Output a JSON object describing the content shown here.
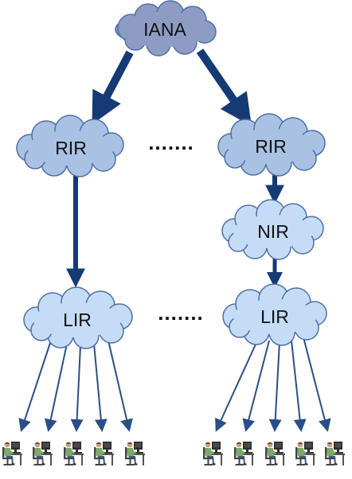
{
  "nodes": {
    "iana": "IANA",
    "rir_left": "RIR",
    "rir_right": "RIR",
    "nir": "NIR",
    "lir_left": "LIR",
    "lir_right": "LIR"
  },
  "separators": {
    "rir_gap": ".......",
    "lir_gap": "......."
  },
  "colors": {
    "iana_fill": "#8e9cc4",
    "rir_fill": "#a9c2e3",
    "nir_fill": "#c4dcf5",
    "lir_fill": "#c4dcf5",
    "cloud_stroke": "#4f6fa6",
    "thick_arrow": "#153a74",
    "thin_arrow": "#2a4f86"
  },
  "end_users": {
    "left_group": 5,
    "right_group": 5,
    "icon": "user-at-computer-icon"
  }
}
